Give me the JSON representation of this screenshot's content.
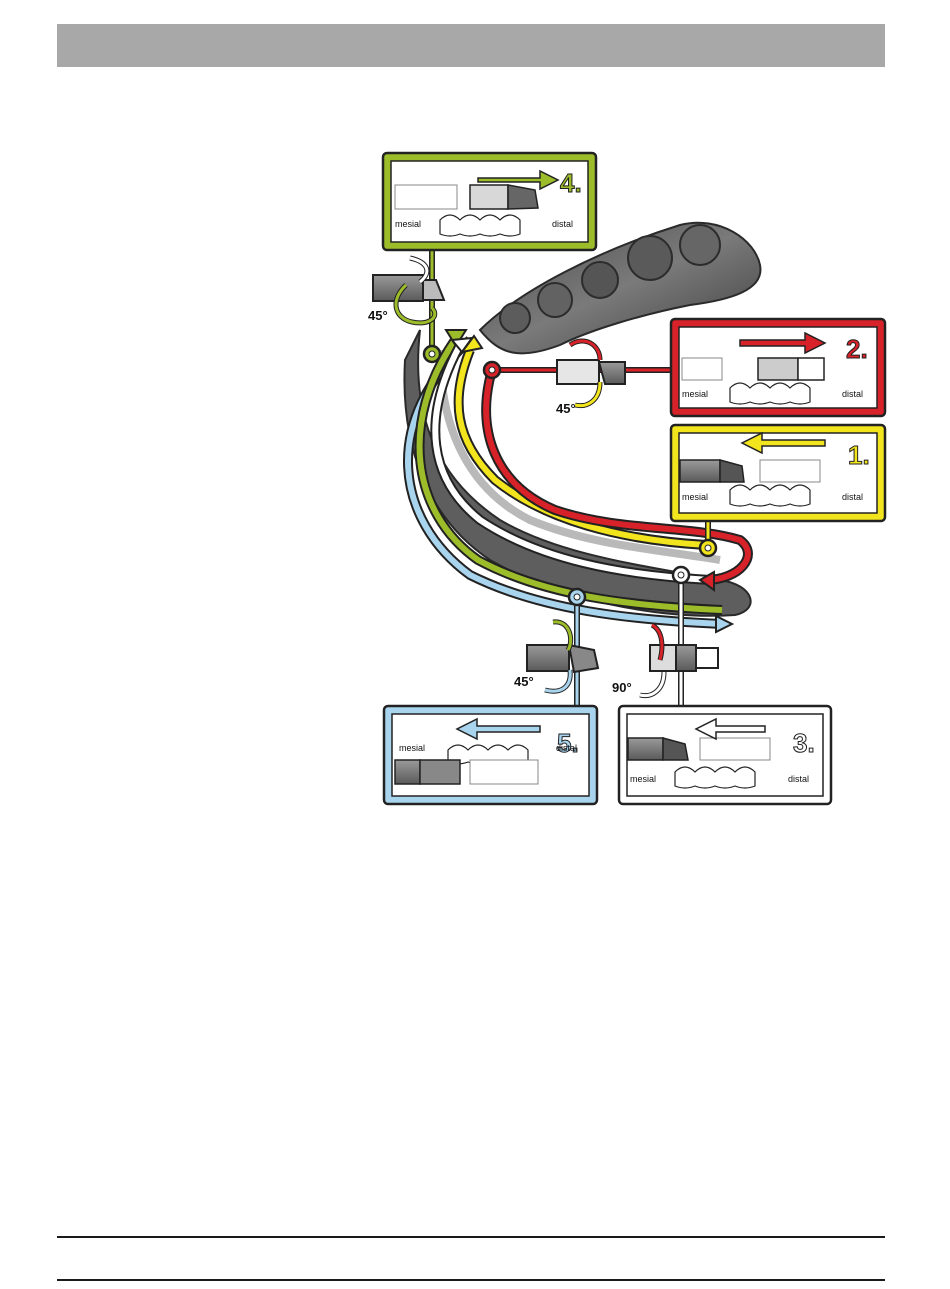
{
  "header": {
    "title": ""
  },
  "diagram": {
    "labels": {
      "mesial": "mesial",
      "distal": "distal"
    },
    "steps": [
      {
        "num": "1.",
        "color": "#f2e51e"
      },
      {
        "num": "2.",
        "color": "#d62228"
      },
      {
        "num": "3.",
        "color": "#ffffff"
      },
      {
        "num": "4.",
        "color": "#9cbc2a"
      },
      {
        "num": "5.",
        "color": "#a9d4ee"
      }
    ],
    "angles": {
      "a1": "45°",
      "a2": "45°",
      "a3": "90°",
      "a4": "45°"
    }
  },
  "footer": {
    "text": ""
  }
}
